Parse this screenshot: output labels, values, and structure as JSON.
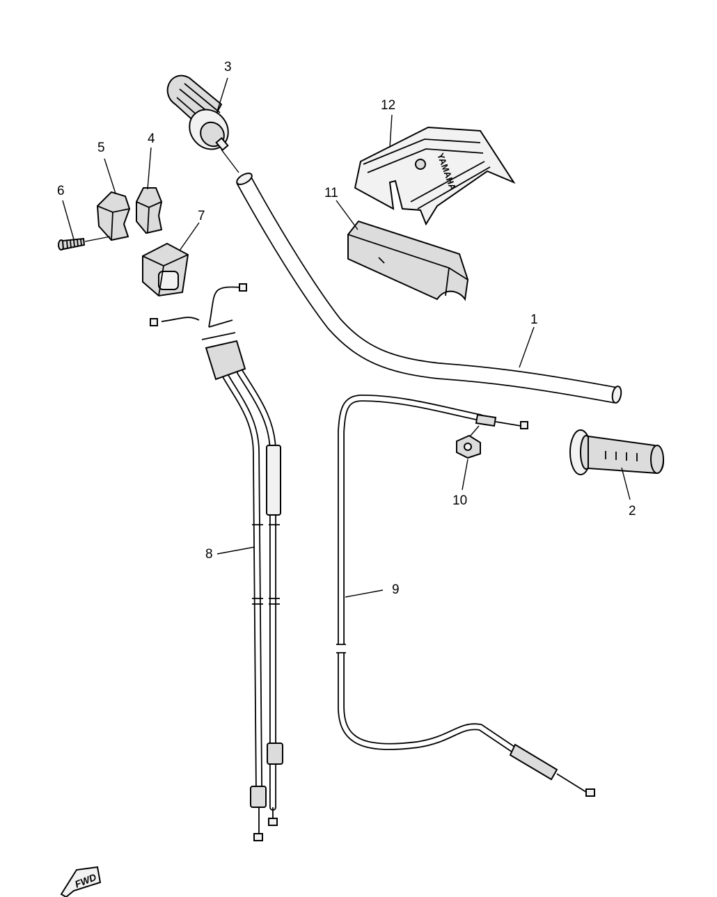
{
  "callouts": {
    "p1": "1",
    "p2": "2",
    "p3": "3",
    "p4": "4",
    "p5": "5",
    "p6": "6",
    "p7": "7",
    "p8": "8",
    "p9": "9",
    "p10": "10",
    "p11": "11",
    "p12": "12"
  },
  "labels": {
    "brand_mark": "YAMAHA",
    "direction_arrow": "FWD"
  },
  "icons": {
    "direction": "fwd-arrow-icon",
    "brand": "yamaha-tuning-fork-icon"
  }
}
